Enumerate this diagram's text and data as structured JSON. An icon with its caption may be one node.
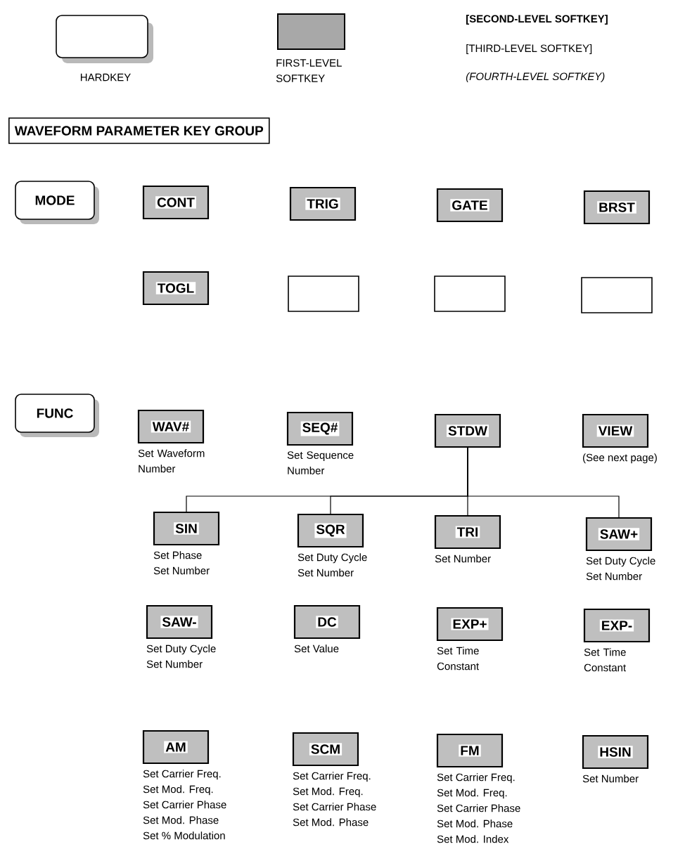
{
  "diagram": {
    "title": "WAVEFORM PARAMETER KEY GROUP",
    "nodes": [
      {
        "text": [
          "MODE"
        ]
      },
      {
        "text": [
          "CONT"
        ]
      },
      {
        "text": [
          "TRIG"
        ]
      },
      {
        "text": [
          "GATE"
        ]
      },
      {
        "text": [
          "BRST"
        ]
      },
      {
        "text": [
          "TOGL"
        ]
      },
      {
        "text": [],
        "shape": "box"
      },
      {
        "text": [],
        "shape": "box"
      },
      {
        "text": [],
        "shape": "box"
      },
      {
        "text": [
          "FUNC"
        ]
      },
      {
        "text": [
          "WAV#"
        ],
        "beside": [
          "Set Waveform Number"
        ]
      },
      {
        "text": [
          "SEQ#"
        ],
        "beside": [
          "Set Sequence Number"
        ]
      },
      {
        "text": [
          "STDW"
        ]
      },
      {
        "text": [
          "VIEW"
        ],
        "beside": [
          "(See next page)"
        ]
      },
      {
        "text": [
          "SIN"
        ],
        "beside": [
          "Set Phase",
          "Set Number"
        ]
      },
      {
        "text": [
          "SQR"
        ],
        "beside": [
          "Set Duty Cycle",
          "Set Number"
        ]
      },
      {
        "text": [
          "TRI"
        ],
        "beside": [
          "Set Number"
        ]
      },
      {
        "text": [
          "SAW+"
        ],
        "beside": [
          "Set Duty Cycle",
          "Set Number"
        ]
      },
      {
        "text": [
          "SAW-"
        ],
        "beside": [
          "Set Duty Cycle",
          "Set Number"
        ]
      },
      {
        "text": [
          "DC"
        ],
        "beside": [
          "Set Value"
        ]
      },
      {
        "text": [
          "EXP+"
        ],
        "beside": [
          "Set Time Constant"
        ]
      },
      {
        "text": [
          "EXP-"
        ],
        "beside": [
          "Set Time Constant"
        ]
      },
      {
        "text": [
          "AM"
        ],
        "beside": [
          "Set Carrier Freq.",
          "Set Mod. Freq.",
          "Set Carrier Phase",
          "Set Mod. Phase",
          "Set % Modulation"
        ]
      },
      {
        "text": [
          "SCM"
        ],
        "beside": [
          "Set Carrier Freq.",
          "Set Mod. Freq.",
          "Set Carrier Phase",
          "Set Mod. Phase"
        ]
      },
      {
        "text": [
          "FM"
        ],
        "beside": [
          "Set Carrier Freq.",
          "Set Mod. Freq.",
          "Set Carrier Phase",
          "Set Mod. Phase",
          "Set Mod. Index"
        ]
      },
      {
        "text": [
          "HSIN"
        ],
        "beside": [
          "Set Number"
        ]
      }
    ],
    "edges": [
      {
        "from": 12,
        "to": 14,
        "arrow": "none"
      },
      {
        "from": 12,
        "to": 15,
        "arrow": "none"
      },
      {
        "from": 12,
        "to": 16,
        "arrow": "none"
      },
      {
        "from": 12,
        "to": 17,
        "arrow": "none"
      }
    ],
    "legend": [
      {
        "text": "HARDKEY"
      },
      {
        "text": "FIRST-LEVEL SOFTKEY",
        "color": "#a8a8a8"
      },
      {
        "text": "[SECOND-LEVEL SOFTKEY]"
      },
      {
        "text": "[THIRD-LEVEL SOFTKEY]"
      },
      {
        "text": "(FOURTH-LEVEL SOFTKEY)"
      }
    ]
  }
}
